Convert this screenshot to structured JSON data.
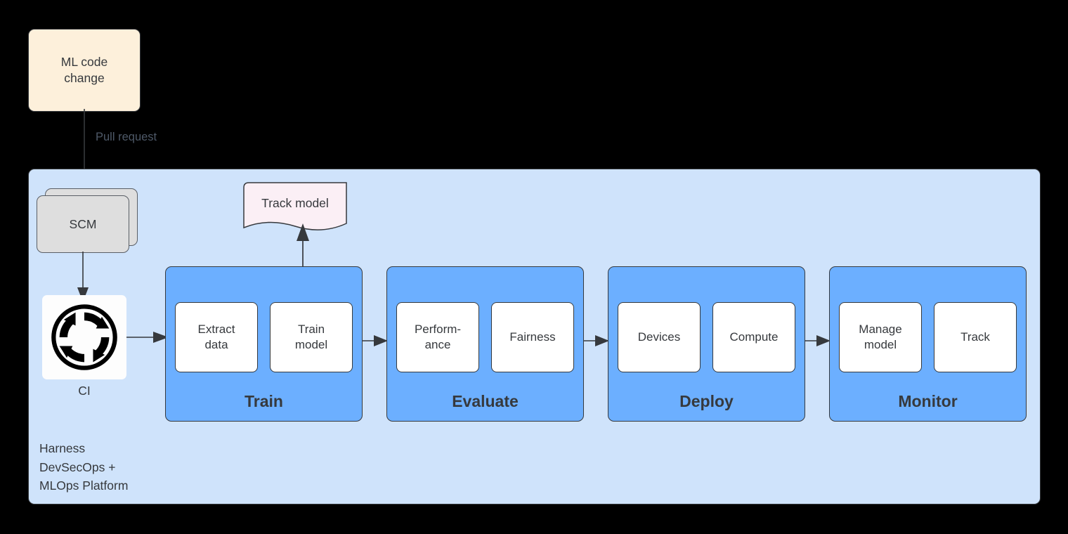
{
  "diagram": {
    "title": "Harness DevSecOps + MLOps Platform ML pipeline",
    "colors": {
      "background": "#000000",
      "platform_fill": "#cfe3fb",
      "stage_fill": "#6cafff",
      "subbox_fill": "#ffffff",
      "ml_code_fill": "#fdf0db",
      "scm_fill": "#dedede",
      "note_fill": "#fbeff5",
      "stroke": "#36393d",
      "label_text": "#4e5968"
    }
  },
  "ml_code_change": {
    "label": "ML code\nchange"
  },
  "pull_request": {
    "label": "Pull request"
  },
  "scm": {
    "label": "SCM"
  },
  "ci": {
    "label": "CI",
    "icon": "continuous-integration-cycle-icon"
  },
  "track_model_note": {
    "label": "Track model"
  },
  "platform": {
    "caption": "Harness\nDevSecOps +\nMLOps Platform"
  },
  "stages": [
    {
      "title": "Train",
      "subboxes": [
        {
          "label": "Extract\ndata"
        },
        {
          "label": "Train\nmodel"
        }
      ]
    },
    {
      "title": "Evaluate",
      "subboxes": [
        {
          "label": "Perform-\nance"
        },
        {
          "label": "Fairness"
        }
      ]
    },
    {
      "title": "Deploy",
      "subboxes": [
        {
          "label": "Devices"
        },
        {
          "label": "Compute"
        }
      ]
    },
    {
      "title": "Monitor",
      "subboxes": [
        {
          "label": "Manage\nmodel"
        },
        {
          "label": "Track"
        }
      ]
    }
  ]
}
